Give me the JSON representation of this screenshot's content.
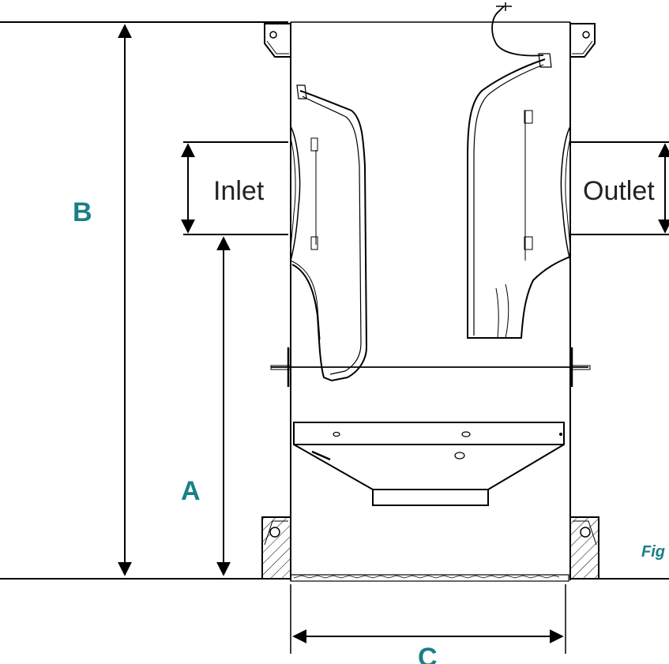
{
  "labels": {
    "dim_b": "B",
    "dim_a": "A",
    "dim_c": "C",
    "inlet": "Inlet",
    "outlet": "Outlet",
    "figure_caption": "Fig"
  },
  "colors": {
    "dimension_label": "#1a7f86",
    "line": "#000000"
  }
}
